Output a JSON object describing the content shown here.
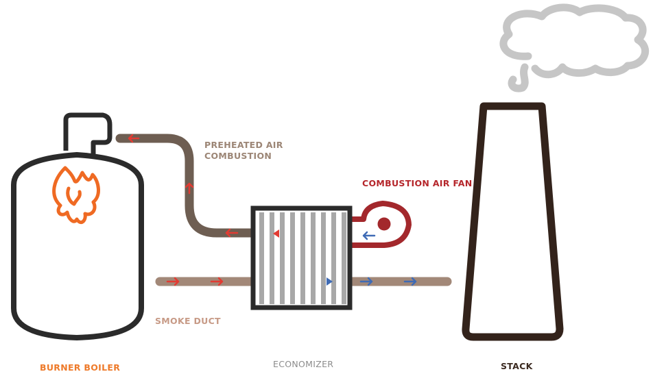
{
  "labels": {
    "preheated_line1": "PREHEATED AIR",
    "preheated_line2": "COMBUSTION",
    "combustion_air_fan": "COMBUSTION AIR FAN",
    "smoke_duct": "SMOKE DUCT",
    "burner_boiler": "BURNER BOILER",
    "economizer": "ECONOMIZER",
    "stack": "STACK"
  },
  "colors": {
    "preheated_label": "#9c8676",
    "fan_label": "#b5262b",
    "smoke_label": "#c79a86",
    "boiler_label": "#ee7a2a",
    "econ_label": "#8c8c8c",
    "stack_label": "#3b2a20",
    "duct_preheated": "#6e5e52",
    "duct_smoke": "#a28878",
    "outline_dark": "#2b2b2b",
    "fan": "#a3282c",
    "flame": "#ef6a23",
    "arrow_hot": "#e23b33",
    "arrow_cool": "#3f6bb5",
    "smoke_cloud": "#c6c6c6",
    "stack_outline": "#33231b"
  },
  "icons": [
    "flame-icon",
    "fan-icon",
    "smoke-cloud-icon"
  ]
}
